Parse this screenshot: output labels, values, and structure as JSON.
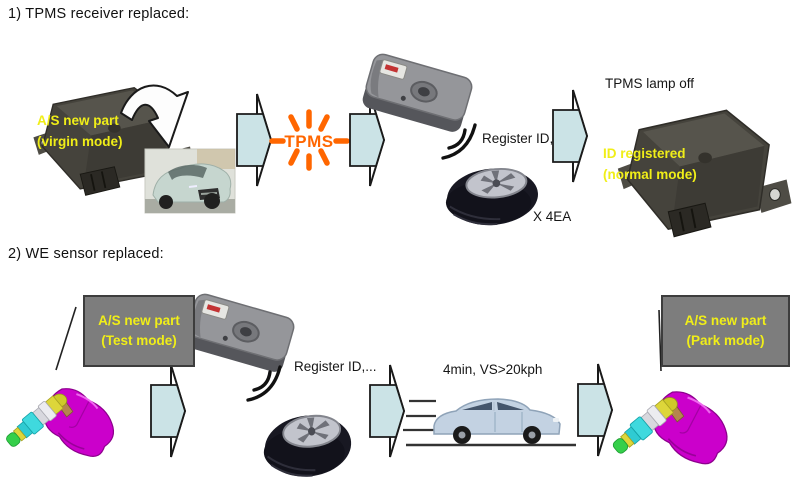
{
  "section1": {
    "title": "1) TPMS receiver replaced:",
    "receiver_old_label": {
      "line1": "A/S new part",
      "line2": "(virgin mode)"
    },
    "tpms_lamp_text": "TPMS",
    "register_label": "Register ID,",
    "tire_quantity": "X 4EA",
    "lamp_status": "TPMS lamp off",
    "receiver_new_label": {
      "line1": "ID registered",
      "line2": "(normal mode)"
    }
  },
  "section2": {
    "title": "2) WE sensor replaced:",
    "sensor_before_label": {
      "line1": "A/S new part",
      "line2": "(Test mode)"
    },
    "register_label": "Register ID,...",
    "drive_condition": "4min, VS>20kph",
    "sensor_after_label": {
      "line1": "A/S new part",
      "line2": "(Park mode)"
    }
  },
  "colors": {
    "flow_arrow_fill": "#cbe3e6",
    "flow_arrow_stroke": "#1a1a1a",
    "label_yellow": "#f0ee18",
    "tpms_lamp_orange": "#ff6600",
    "callout_box_gray": "#7d7d7d",
    "sensor_body_magenta": "#cb00cb"
  },
  "icons": [
    "tpms-receiver-module-icon",
    "curved-replace-arrow-icon",
    "car-photo-icon",
    "flow-arrow-icon",
    "tpms-warning-lamp-icon",
    "scan-tool-icon",
    "wireless-signal-icon",
    "tire-icon",
    "tpms-wheel-sensor-icon",
    "driving-car-icon",
    "speed-lines-icon",
    "road-line-icon"
  ]
}
